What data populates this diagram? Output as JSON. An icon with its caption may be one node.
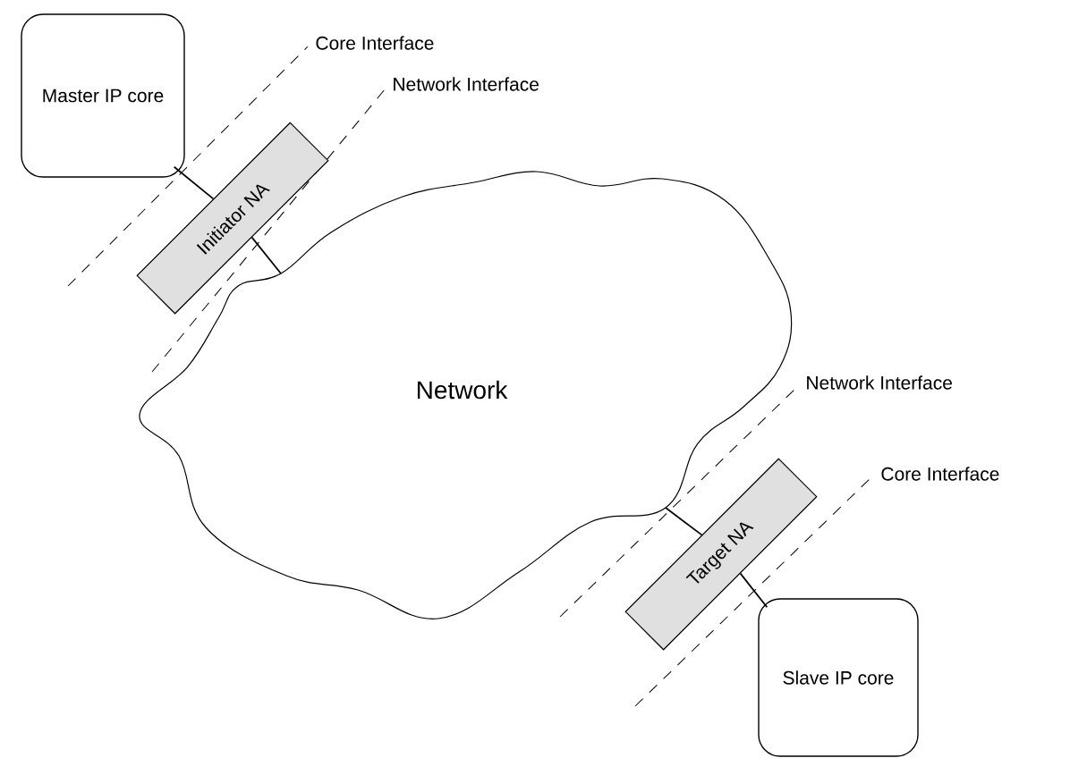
{
  "diagram": {
    "nodes": [
      {
        "text": [
          "Master IP core"
        ]
      },
      {
        "text": [
          "Initiator NA"
        ]
      },
      {
        "text": [
          "Network"
        ]
      },
      {
        "text": [
          "Target NA"
        ]
      },
      {
        "text": [
          "Slave IP core"
        ]
      }
    ],
    "edges": [
      {
        "from": 0,
        "to": 1,
        "arrow": "none"
      },
      {
        "from": 1,
        "to": 2,
        "arrow": "none"
      },
      {
        "from": 2,
        "to": 3,
        "arrow": "none"
      },
      {
        "from": 3,
        "to": 4,
        "arrow": "none"
      }
    ],
    "labels": [
      "Core Interface",
      "Network Interface",
      "Network Interface",
      "Core Interface"
    ]
  }
}
